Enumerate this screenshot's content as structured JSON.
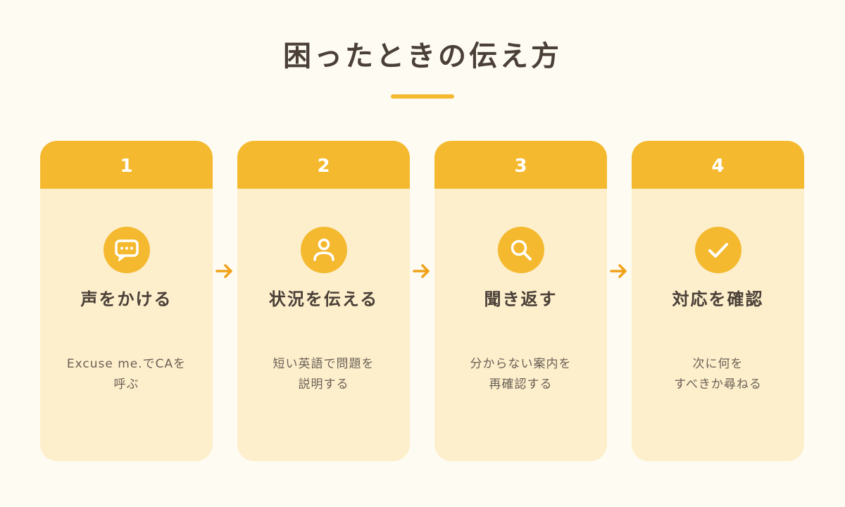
{
  "title": "困ったときの伝え方",
  "colors": {
    "accent": "#f4b92f",
    "card_bg": "#fdefcc",
    "page_bg": "#fefbf2",
    "text_dark": "#4a4038",
    "text_muted": "#6b6157",
    "arrow": "#f0a21a"
  },
  "steps": [
    {
      "number": "1",
      "icon": "speech-bubble-icon",
      "title": "声をかける",
      "description": "Excuse me.でCAを\n呼ぶ"
    },
    {
      "number": "2",
      "icon": "person-icon",
      "title": "状況を伝える",
      "description": "短い英語で問題を\n説明する"
    },
    {
      "number": "3",
      "icon": "search-icon",
      "title": "聞き返す",
      "description": "分からない案内を\n再確認する"
    },
    {
      "number": "4",
      "icon": "check-icon",
      "title": "対応を確認",
      "description": "次に何を\nすべきか尋ねる"
    }
  ]
}
